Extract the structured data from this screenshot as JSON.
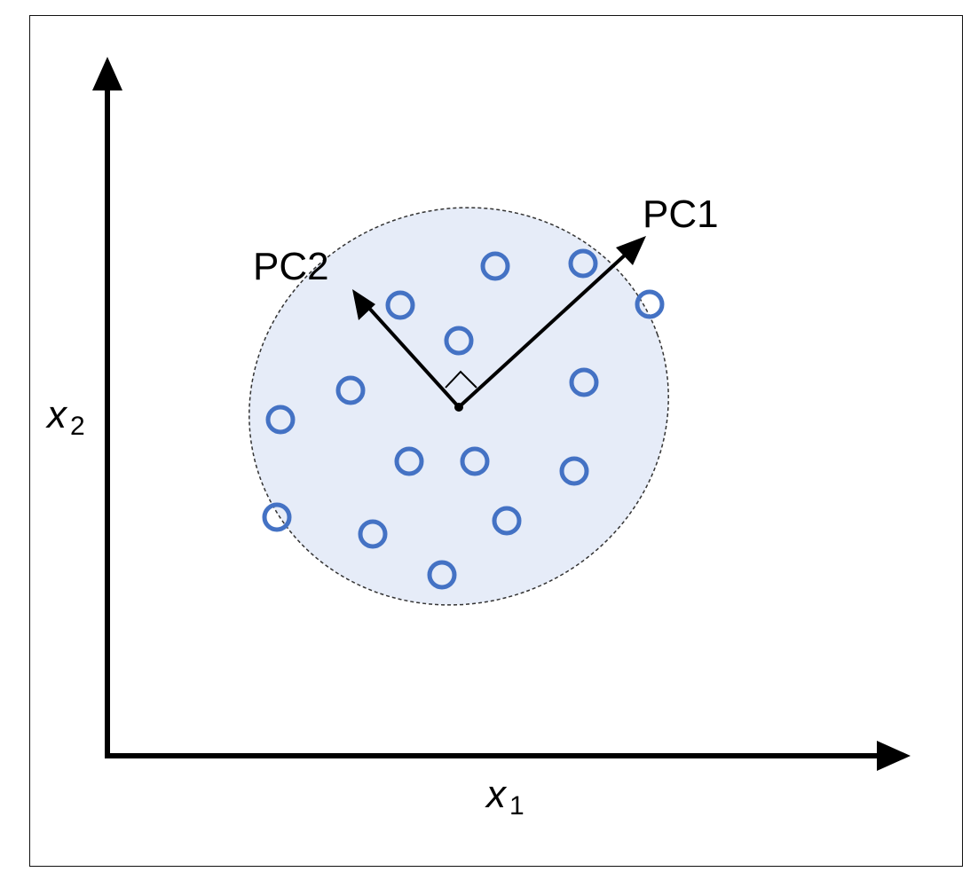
{
  "diagram": {
    "pc1_label": "PC1",
    "pc2_label": "PC2",
    "x_axis": {
      "var": "x",
      "sub": "1"
    },
    "y_axis": {
      "var": "x",
      "sub": "2"
    }
  },
  "colors": {
    "axis": "#000000",
    "ellipse_fill": "#e6ecf8",
    "ellipse_stroke": "#333333",
    "point_stroke": "#4472c4",
    "vector": "#000000"
  },
  "icons": {
    "right_angle": "right-angle-marker-icon",
    "origin": "origin-dot-icon"
  }
}
